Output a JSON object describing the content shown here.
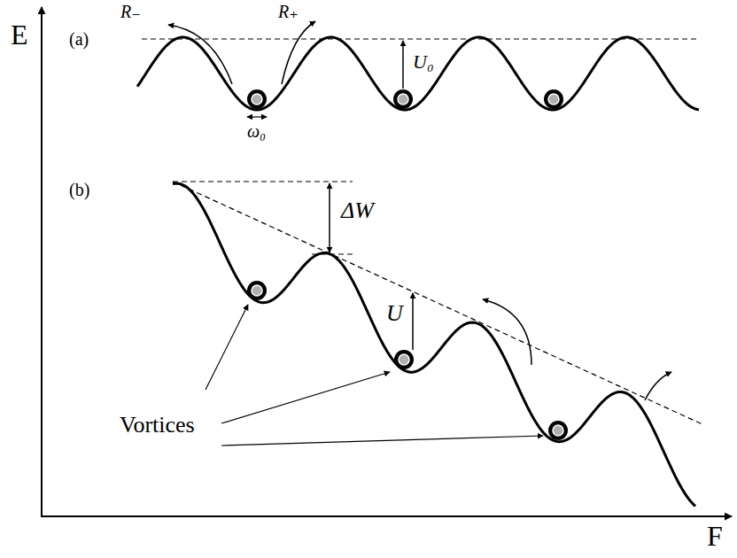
{
  "diagram": {
    "labels": [
      "E",
      "R₋",
      "R₊",
      "(a)",
      "U₀",
      "ω₀",
      "(b)",
      "ΔW",
      "U",
      "Vortices",
      "F"
    ]
  }
}
